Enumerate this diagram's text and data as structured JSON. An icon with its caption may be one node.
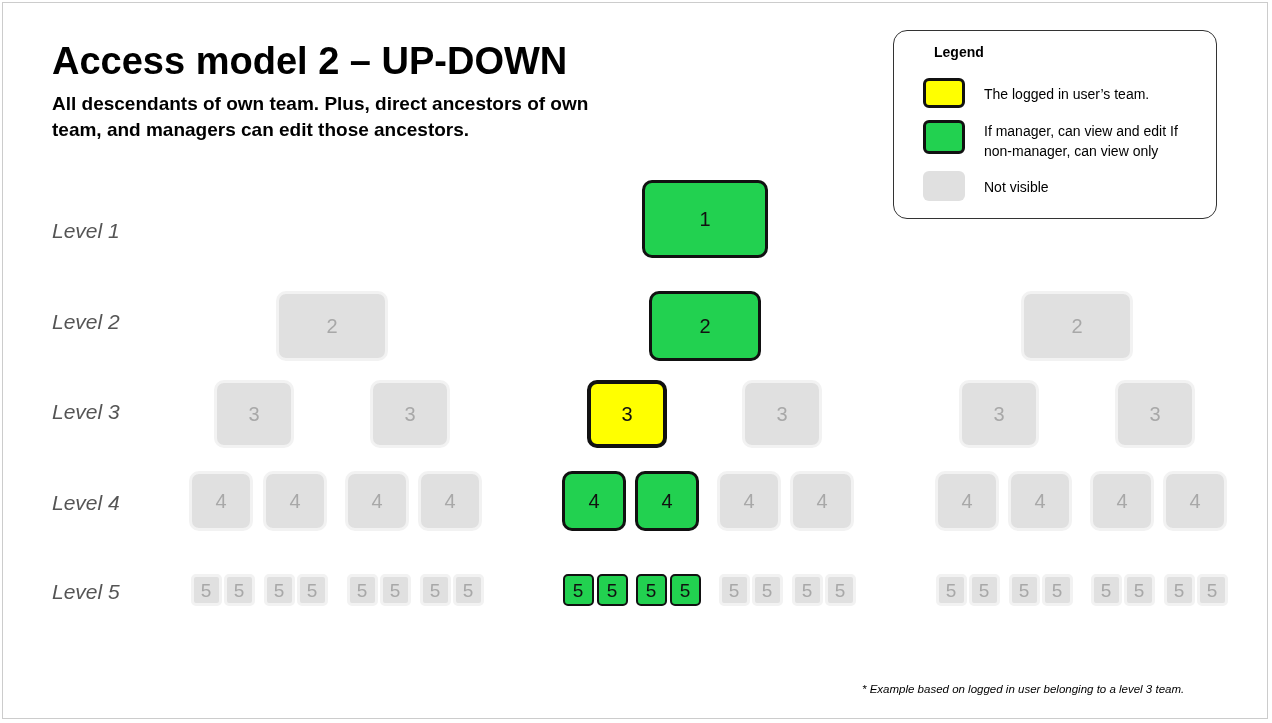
{
  "diagram": {
    "title": "Access model 2 – UP-DOWN",
    "nodes": [
      {
        "text": [
          "1"
        ]
      },
      {
        "text": [
          "2"
        ]
      },
      {
        "text": [
          "2"
        ]
      },
      {
        "text": [
          "2"
        ]
      },
      {
        "text": [
          "3"
        ]
      },
      {
        "text": [
          "3"
        ]
      },
      {
        "text": [
          "3"
        ]
      },
      {
        "text": [
          "3"
        ]
      },
      {
        "text": [
          "3"
        ]
      },
      {
        "text": [
          "3"
        ]
      },
      {
        "text": [
          "4"
        ]
      },
      {
        "text": [
          "4"
        ]
      },
      {
        "text": [
          "4"
        ]
      },
      {
        "text": [
          "4"
        ]
      },
      {
        "text": [
          "4"
        ]
      },
      {
        "text": [
          "4"
        ]
      },
      {
        "text": [
          "4"
        ]
      },
      {
        "text": [
          "4"
        ]
      },
      {
        "text": [
          "4"
        ]
      },
      {
        "text": [
          "4"
        ]
      },
      {
        "text": [
          "4"
        ]
      },
      {
        "text": [
          "4"
        ]
      },
      {
        "text": [
          "5"
        ]
      },
      {
        "text": [
          "5"
        ]
      },
      {
        "text": [
          "5"
        ]
      },
      {
        "text": [
          "5"
        ]
      },
      {
        "text": [
          "5"
        ]
      },
      {
        "text": [
          "5"
        ]
      },
      {
        "text": [
          "5"
        ]
      },
      {
        "text": [
          "5"
        ]
      },
      {
        "text": [
          "5"
        ]
      },
      {
        "text": [
          "5"
        ]
      },
      {
        "text": [
          "5"
        ]
      },
      {
        "text": [
          "5"
        ]
      },
      {
        "text": [
          "5"
        ]
      },
      {
        "text": [
          "5"
        ]
      },
      {
        "text": [
          "5"
        ]
      },
      {
        "text": [
          "5"
        ]
      },
      {
        "text": [
          "5"
        ]
      },
      {
        "text": [
          "5"
        ]
      },
      {
        "text": [
          "5"
        ]
      },
      {
        "text": [
          "5"
        ]
      },
      {
        "text": [
          "5"
        ]
      },
      {
        "text": [
          "5"
        ]
      },
      {
        "text": [
          "5"
        ]
      },
      {
        "text": [
          "5"
        ]
      }
    ],
    "labels": [
      "All descendants of own team. Plus, direct ancestors of own team, and managers can edit those ancestors.",
      "Legend",
      "Level 1",
      "Level 2",
      "Level 3",
      "Level 4",
      "Level 5",
      "* Example based on logged in user belonging to a level 3 team."
    ],
    "legend": [
      {
        "text": "The logged in user’s team.",
        "color": "#ffff00"
      },
      {
        "text": "If manager, can view and edit If non-manager, can view only",
        "color": "#22d150"
      },
      {
        "text": "Not visible",
        "color": "#e0e0e0"
      }
    ]
  }
}
